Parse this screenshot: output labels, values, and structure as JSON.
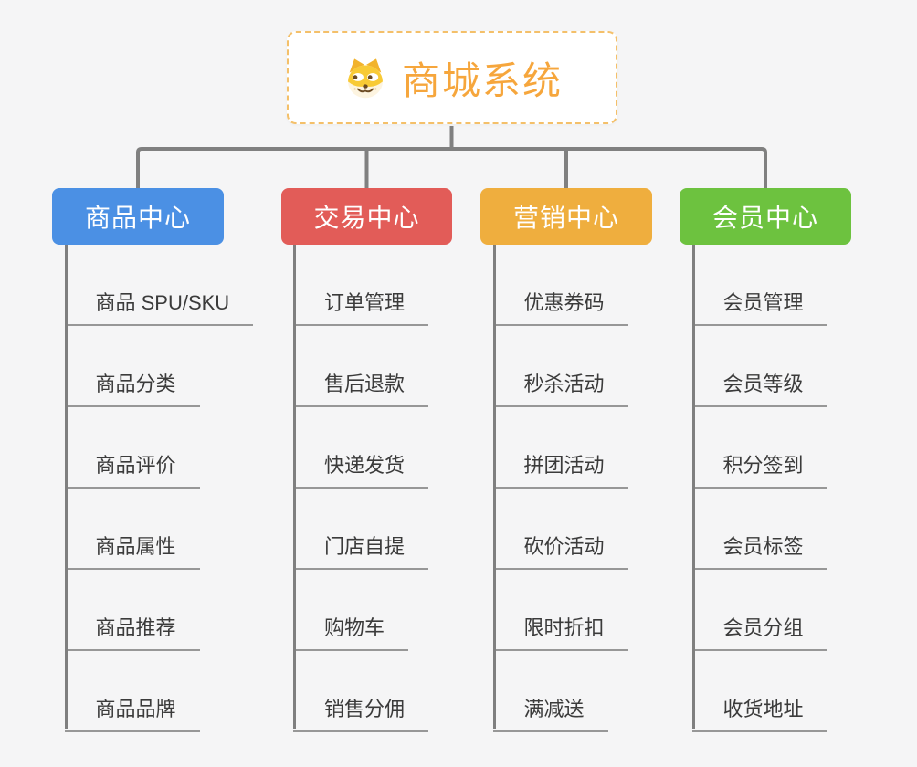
{
  "app": {
    "background_color": "#f5f5f6",
    "connector_color": "#808080"
  },
  "root": {
    "title": "商城系统",
    "icon": "dog-icon",
    "text_color": "#f6a63c",
    "border_color": "#f4c06a"
  },
  "branches": [
    {
      "label": "商品中心",
      "color": "#4b90e4",
      "items": [
        "商品 SPU/SKU",
        "商品分类",
        "商品评价",
        "商品属性",
        "商品推荐",
        "商品品牌"
      ]
    },
    {
      "label": "交易中心",
      "color": "#e25c58",
      "items": [
        "订单管理",
        "售后退款",
        "快递发货",
        "门店自提",
        "购物车",
        "销售分佣"
      ]
    },
    {
      "label": "营销中心",
      "color": "#efae3e",
      "items": [
        "优惠券码",
        "秒杀活动",
        "拼团活动",
        "砍价活动",
        "限时折扣",
        "满减送"
      ]
    },
    {
      "label": "会员中心",
      "color": "#6dc23f",
      "items": [
        "会员管理",
        "会员等级",
        "积分签到",
        "会员标签",
        "会员分组",
        "收货地址"
      ]
    }
  ]
}
